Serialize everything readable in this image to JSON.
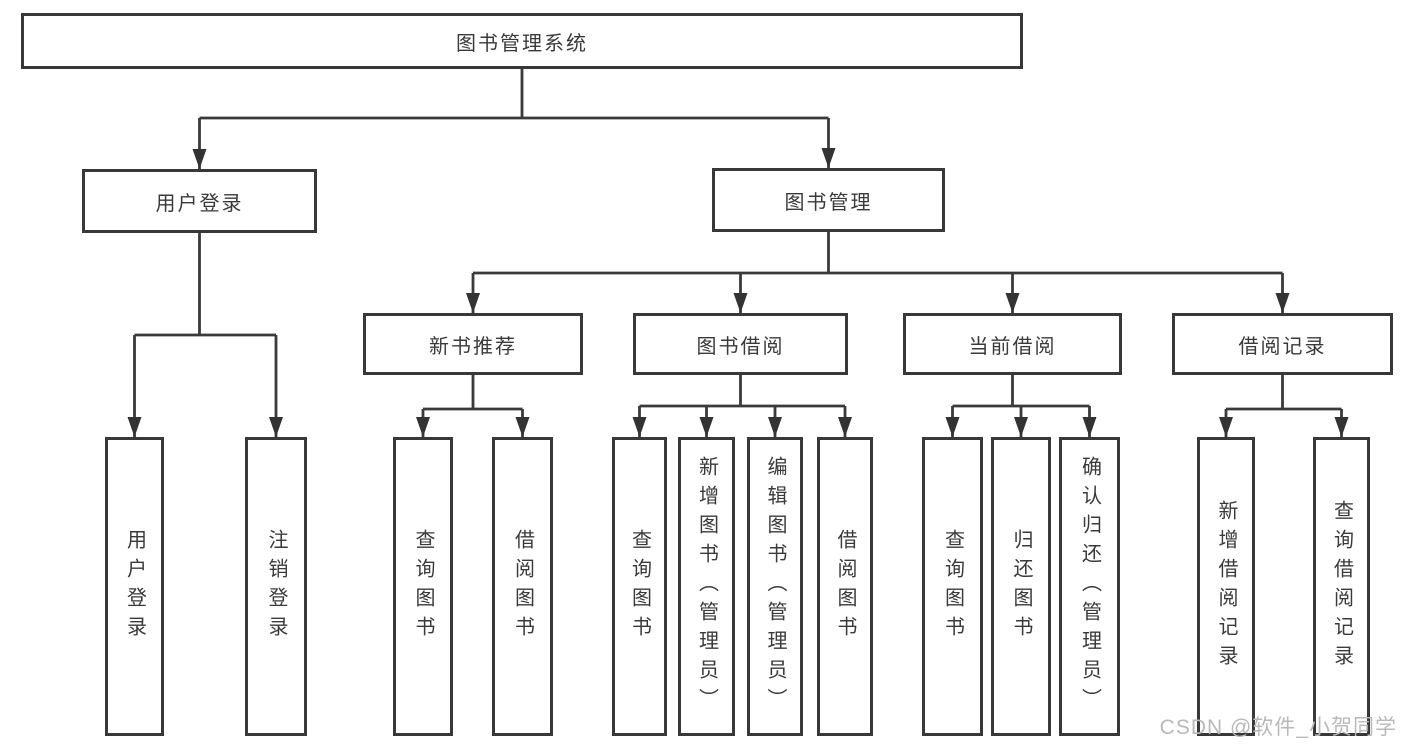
{
  "diagram": {
    "type": "hierarchy-tree",
    "title": "图书管理系统",
    "watermark": "CSDN @软件_小贺同学",
    "colors": {
      "line": "#3a3a3a",
      "box_border": "#383838",
      "text": "#3a3a3a",
      "watermark": "#b9b9b9",
      "background": "#ffffff"
    },
    "tree": {
      "label": "图书管理系统",
      "children": [
        {
          "label": "用户登录",
          "children": [
            {
              "label": "用户登录"
            },
            {
              "label": "注销登录"
            }
          ]
        },
        {
          "label": "图书管理",
          "children": [
            {
              "label": "新书推荐",
              "children": [
                {
                  "label": "查询图书"
                },
                {
                  "label": "借阅图书"
                }
              ]
            },
            {
              "label": "图书借阅",
              "children": [
                {
                  "label": "查询图书"
                },
                {
                  "label": "新增图书（管理员）"
                },
                {
                  "label": "编辑图书（管理员）"
                },
                {
                  "label": "借阅图书"
                }
              ]
            },
            {
              "label": "当前借阅",
              "children": [
                {
                  "label": "查询图书"
                },
                {
                  "label": "归还图书"
                },
                {
                  "label": "确认归还（管理员）"
                }
              ]
            },
            {
              "label": "借阅记录",
              "children": [
                {
                  "label": "新增借阅记录"
                },
                {
                  "label": "查询借阅记录"
                }
              ]
            }
          ]
        }
      ]
    }
  }
}
